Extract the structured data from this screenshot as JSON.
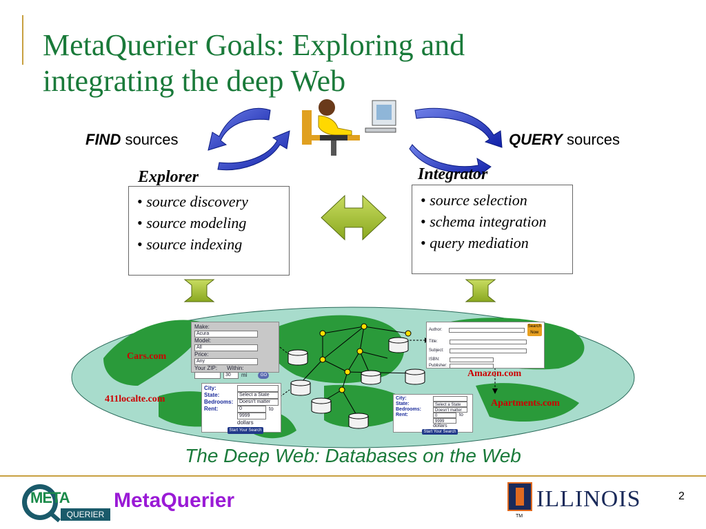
{
  "slide": {
    "title_line1": "MetaQuerier Goals: Exploring and",
    "title_line2": "integrating the deep Web",
    "page_number": "2"
  },
  "sources": {
    "find_em": "FIND",
    "find_rest": "sources",
    "query_em": "QUERY",
    "query_rest": "sources"
  },
  "explorer": {
    "heading": "Explorer",
    "items": [
      "source discovery",
      "source modeling",
      "source indexing"
    ]
  },
  "integrator": {
    "heading": "Integrator",
    "items": [
      "source selection",
      "schema integration",
      "query mediation"
    ]
  },
  "sites": {
    "cars": "Cars.com",
    "amazon": "Amazon.com",
    "locate": "411localte.com",
    "apartments": "Apartments.com"
  },
  "cars_form": {
    "make_label": "Make:",
    "make_value": "Acura",
    "model_label": "Model:",
    "model_value": "All",
    "price_label": "Price:",
    "price_value": "Any",
    "zip_label": "Your ZIP:",
    "within_label": "Within:",
    "within_value": "30",
    "unit": "mi",
    "go": "GO"
  },
  "amazon_form": {
    "author_label": "Author:",
    "title_label": "Title:",
    "subject_label": "Subject:",
    "isbn_label": "ISBN:",
    "publisher_label": "Publisher:",
    "search_now": "Search Now"
  },
  "rent_form_left": {
    "city_label": "City:",
    "state_label": "State:",
    "state_value": "Select a State",
    "bedrooms_label": "Bedrooms:",
    "bedrooms_value": "Doesn't matter",
    "rent_label": "Rent:",
    "rent_from": "0",
    "rent_to_label": "to",
    "rent_to": "9999",
    "currency": "dollars",
    "submit": "Start Your Search"
  },
  "rent_form_right": {
    "city_label": "City:",
    "state_label": "State:",
    "state_value": "Select a State",
    "bedrooms_label": "Bedrooms:",
    "bedrooms_value": "Doesn't matter",
    "rent_label": "Rent:",
    "rent_from": "0",
    "rent_to_label": "to",
    "rent_to": "9999",
    "currency": "dollars",
    "submit": "Start Your Search"
  },
  "caption": "The Deep Web: Databases on the Web",
  "footer": {
    "logo_top": "META",
    "logo_bottom": "QUERIER",
    "brand": "MetaQuerier",
    "illinois": "ILLINOIS",
    "tm": "TM"
  },
  "colors": {
    "title": "#1a7a3a",
    "accent_rule": "#c8a040",
    "brand": "#9a1ad6",
    "site_label": "#cc0000",
    "arrow_blue": "#1f2fb8",
    "arrow_olive": "#a8c040",
    "globe_sea": "#a8dccc",
    "globe_land": "#2a9a3a"
  }
}
